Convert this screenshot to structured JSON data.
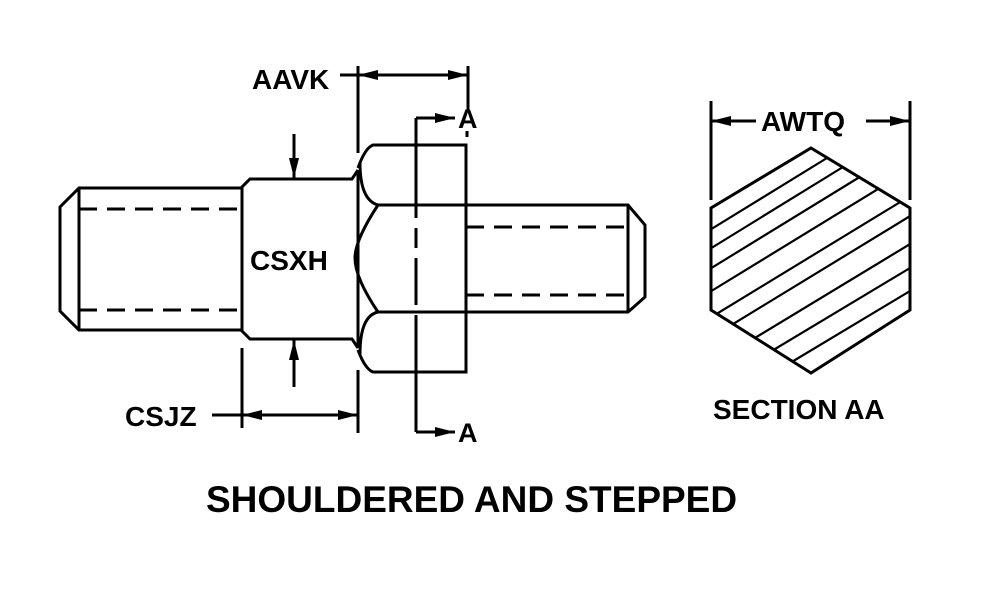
{
  "title": "SHOULDERED AND STEPPED",
  "dimensions": {
    "aavk": "AAVK",
    "csxh": "CSXH",
    "csjz": "CSJZ",
    "awtq": "AWTQ"
  },
  "section": {
    "marker_top": "A",
    "marker_bottom": "A",
    "caption": "SECTION AA"
  },
  "colors": {
    "ink": "#000000",
    "background": "#ffffff"
  }
}
